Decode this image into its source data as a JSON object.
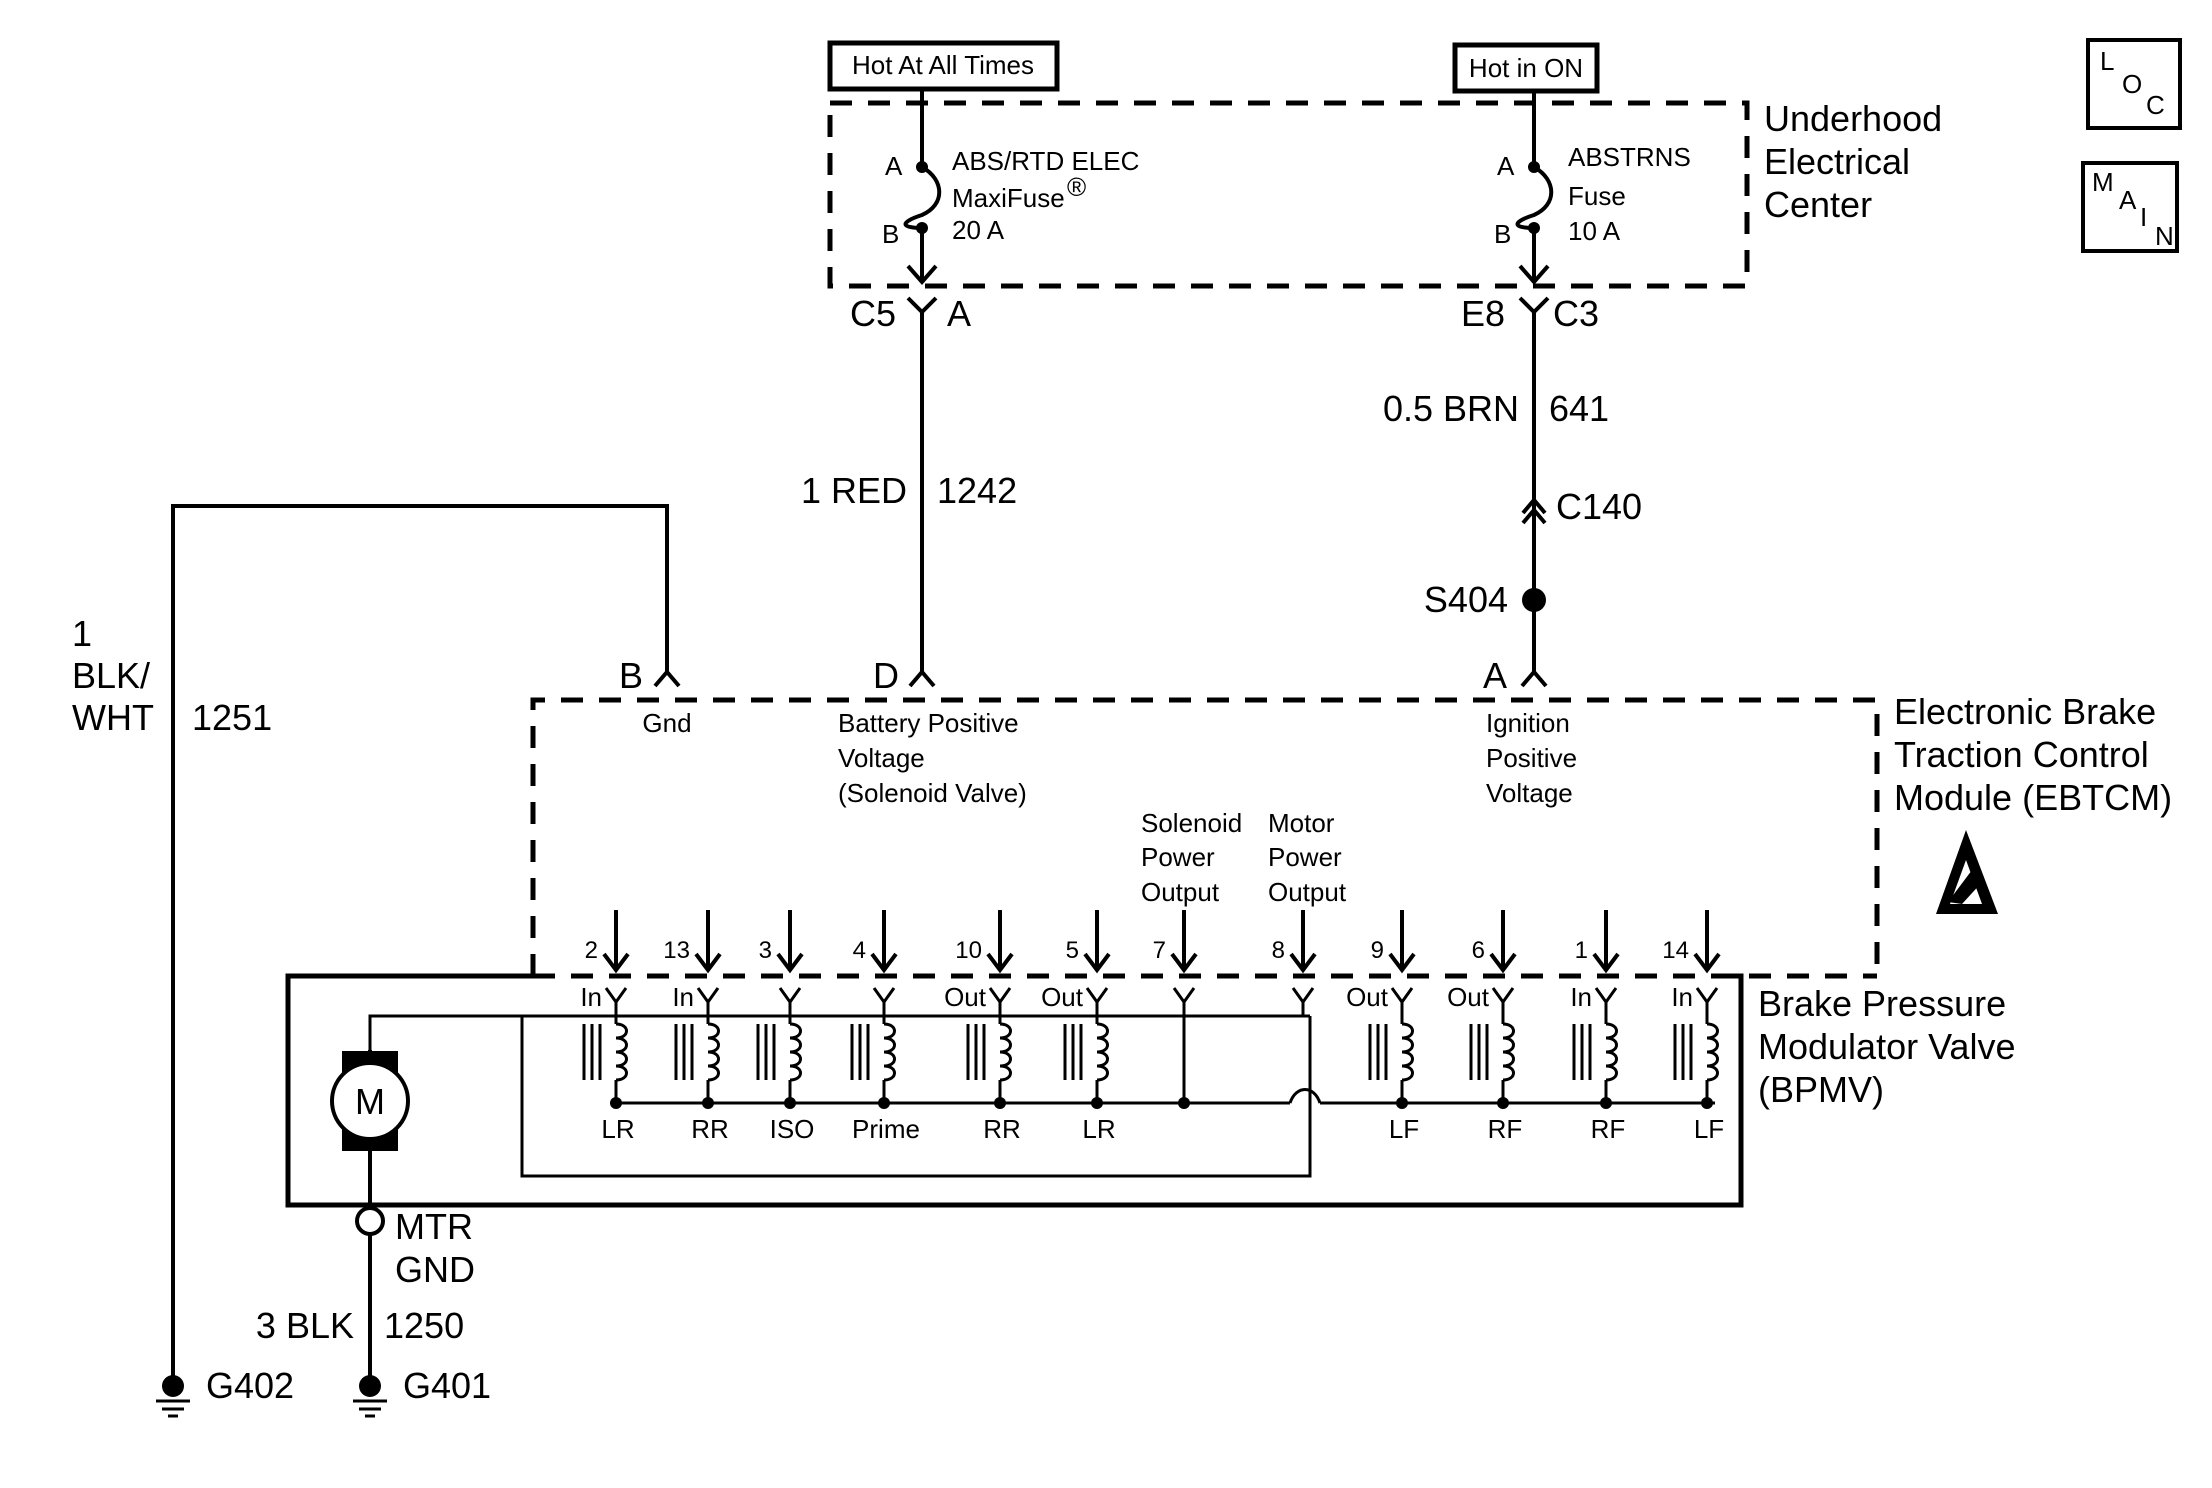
{
  "source_labels": {
    "hot_at_all_times": "Hot At All Times",
    "hot_in_on": "Hot in ON"
  },
  "nav_buttons": [
    {
      "lines": [
        "L",
        "O",
        "C"
      ]
    },
    {
      "lines": [
        "M",
        "A",
        "I",
        "N"
      ]
    }
  ],
  "underhood": {
    "title_lines": [
      "Underhood",
      "Electrical",
      "Center"
    ],
    "fuse_left": {
      "pin_a": "A",
      "pin_b": "B",
      "lines": [
        "ABS/RTD ELEC",
        "MaxiFuse",
        "20 A"
      ],
      "registered": "®"
    },
    "fuse_right": {
      "pin_a": "A",
      "pin_b": "B",
      "lines": [
        "ABSTRNS",
        "Fuse",
        "10 A"
      ]
    },
    "conn_left": {
      "connector": "C5",
      "pin": "A"
    },
    "conn_right": {
      "connector": "E8",
      "pin": "C3"
    }
  },
  "wires": {
    "red": {
      "gauge_color": "1 RED",
      "circuit": "1242"
    },
    "brn": {
      "gauge_color": "0.5 BRN",
      "circuit": "641"
    },
    "blkwht": {
      "lines": [
        "1",
        "BLK/",
        "WHT"
      ],
      "circuit": "1251"
    },
    "blk": {
      "gauge_color": "3 BLK",
      "circuit": "1250"
    }
  },
  "inline_connector": "C140",
  "splice": "S404",
  "ebtcm": {
    "title_lines": [
      "Electronic Brake",
      "Traction Control",
      "Module (EBTCM)"
    ],
    "pin_b": {
      "pin": "B",
      "lines": [
        "Gnd"
      ]
    },
    "pin_d": {
      "pin": "D",
      "lines": [
        "Battery Positive",
        "Voltage",
        "(Solenoid Valve)"
      ]
    },
    "pin_a": {
      "pin": "A",
      "lines": [
        "Ignition",
        "Positive",
        "Voltage"
      ]
    },
    "solenoid_output": [
      "Solenoid",
      "Power",
      "Output"
    ],
    "motor_output": [
      "Motor",
      "Power",
      "Output"
    ]
  },
  "bpmv": {
    "title_lines": [
      "Brake Pressure",
      "Modulator Valve",
      "(BPMV)"
    ],
    "motor_label": "M",
    "mtr_gnd": [
      "MTR",
      "GND"
    ],
    "pins": [
      "2",
      "13",
      "3",
      "4",
      "10",
      "5",
      "7",
      "8",
      "9",
      "6",
      "1",
      "14"
    ],
    "coil_tags": [
      "In",
      "In",
      "",
      "",
      "Out",
      "Out",
      "",
      "",
      "Out",
      "Out",
      "In",
      "In"
    ],
    "valve_labels": [
      "LR",
      "RR",
      "ISO",
      "Prime",
      "RR",
      "LR",
      "",
      "",
      "LF",
      "RF",
      "RF",
      "LF"
    ]
  },
  "grounds": {
    "left": "G402",
    "right": "G401"
  }
}
